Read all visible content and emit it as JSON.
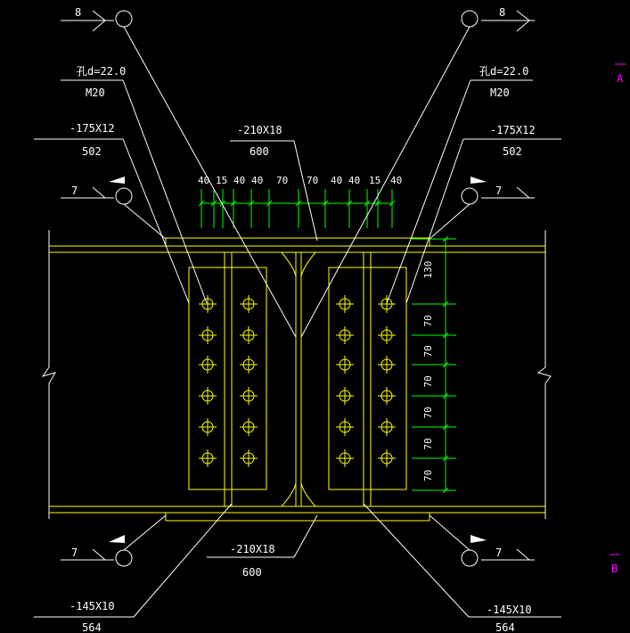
{
  "colors": {
    "background": "#000000",
    "line": "#ffffff",
    "plate": "#ffff00",
    "dimension": "#00ff00",
    "section_mark": "#ff00ff"
  },
  "welds": {
    "top_left": "8",
    "top_right": "8",
    "flange_left": "7",
    "flange_right": "7",
    "bottom_left": "7",
    "bottom_right": "7"
  },
  "labels": {
    "hole_left": "孔d=22.0",
    "bolt_left": "M20",
    "hole_right": "孔d=22.0",
    "bolt_right": "M20",
    "web_plate_left": "-175X12",
    "web_plate_left_len": "502",
    "web_plate_right": "-175X12",
    "web_plate_right_len": "502",
    "top_flange_plate": "-210X18",
    "top_flange_plate_len": "600",
    "bottom_flange_plate": "-210X18",
    "bottom_flange_plate_len": "600",
    "bottom_left_plate": "-145X10",
    "bottom_left_plate_len": "564",
    "bottom_right_plate": "-145X10",
    "bottom_right_plate_len": "564"
  },
  "dimensions": {
    "horizontal": [
      "40",
      "15",
      "40",
      "40",
      "70",
      "70",
      "40",
      "40",
      "15",
      "40"
    ],
    "vertical": [
      "130",
      "70",
      "70",
      "70",
      "70",
      "70",
      "70"
    ]
  },
  "sections": {
    "a": "A",
    "b": "B"
  }
}
